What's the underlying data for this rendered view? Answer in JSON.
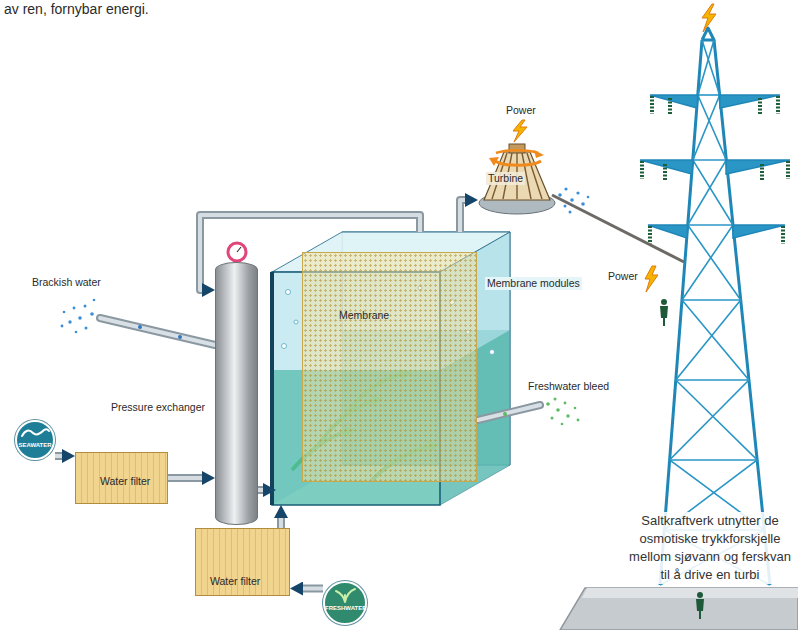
{
  "diagram": {
    "caption": "Saltkraftverk utnytter de osmotiske trykkforskjelle mellom sjøvann og ferskvan til å drive en turbi",
    "nodes": [
      {
        "text": [
          "SEAWATER"
        ]
      },
      {
        "text": [
          "Water filter"
        ]
      },
      {
        "text": [
          "Pressure exchanger"
        ]
      },
      {
        "text": [
          "FRESHWATER"
        ]
      },
      {
        "text": [
          "Water filter"
        ]
      },
      {
        "text": [
          "Membrane modules"
        ]
      },
      {
        "text": [
          "Membrane"
        ],
        "in": 5
      },
      {
        "text": [
          "Turbine"
        ]
      }
    ],
    "edges": [
      {
        "from": 0,
        "to": 1,
        "arrow": "to"
      },
      {
        "from": 1,
        "to": 2,
        "arrow": "to"
      },
      {
        "from": 3,
        "to": 4,
        "arrow": "to"
      },
      {
        "from": 4,
        "to": 5,
        "arrow": "to"
      },
      {
        "from": 2,
        "to": 5,
        "arrow": "to"
      },
      {
        "from": 5,
        "to": 2,
        "arrow": "to"
      },
      {
        "from": 5,
        "to": 7,
        "arrow": "to"
      }
    ],
    "labels": [
      "av ren, fornybar energi.",
      "Brackish water",
      "Power",
      "Power",
      "Freshwater bleed"
    ]
  }
}
